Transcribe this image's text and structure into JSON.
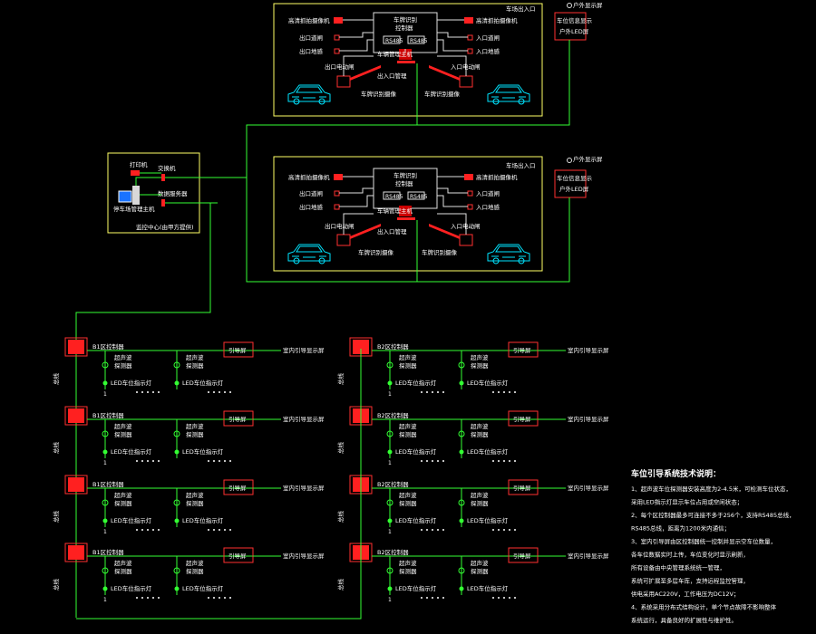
{
  "gates": [
    {
      "title": "车场出入口",
      "controller": "车牌识别\n控制器",
      "ports": [
        "RS485",
        "RS485"
      ],
      "host": "车辆管理主机",
      "host2": "出入口管理",
      "left": [
        "高清抓拍摄像机",
        "出口道闸",
        "出口地感"
      ],
      "right": [
        "高清抓拍摄像机",
        "入口道闸",
        "入口地感"
      ],
      "exit_label": "出口电动闸",
      "entry_label": "入口电动闸",
      "exit_sub": "车牌识别摄像",
      "entry_sub": "车牌识别摄像",
      "display_title": "车位信息显示",
      "display_sub": "户外LED屏",
      "side_label": "户外显示屏"
    },
    {
      "title": "车场出入口",
      "controller": "车牌识别\n控制器",
      "ports": [
        "RS485",
        "RS485"
      ],
      "host": "车辆管理主机",
      "host2": "出入口管理",
      "left": [
        "高清抓拍摄像机",
        "出口道闸",
        "出口地感"
      ],
      "right": [
        "高清抓拍摄像机",
        "入口道闸",
        "入口地感"
      ],
      "exit_label": "出口电动闸",
      "entry_label": "入口电动闸",
      "exit_sub": "车牌识别摄像",
      "entry_sub": "车牌识别摄像",
      "display_title": "车位信息显示",
      "display_sub": "户外LED屏",
      "side_label": "户外显示屏"
    }
  ],
  "center": {
    "printer": "打印机",
    "switch": "交换机",
    "computer": "停车场管理主机",
    "server": "数据服务器",
    "footer": "监控中心(由甲方提供)"
  },
  "floors_left": [
    {
      "panel": "B1区控制器",
      "side": "总线",
      "det1": "超声波\n探测器",
      "det2": "超声波\n探测器",
      "lamp1": "LED车位指示灯",
      "lamp2": "LED车位指示灯",
      "guide": "引导屏",
      "screen": "室内引导显示屏",
      "num": "1"
    },
    {
      "panel": "B1区控制器",
      "side": "总线",
      "det1": "超声波\n探测器",
      "det2": "超声波\n探测器",
      "lamp1": "LED车位指示灯",
      "lamp2": "LED车位指示灯",
      "guide": "引导屏",
      "screen": "室内引导显示屏",
      "num": "1"
    },
    {
      "panel": "B1区控制器",
      "side": "总线",
      "det1": "超声波\n探测器",
      "det2": "超声波\n探测器",
      "lamp1": "LED车位指示灯",
      "lamp2": "LED车位指示灯",
      "guide": "引导屏",
      "screen": "室内引导显示屏",
      "num": "1"
    },
    {
      "panel": "B1区控制器",
      "side": "总线",
      "det1": "超声波\n探测器",
      "det2": "超声波\n探测器",
      "lamp1": "LED车位指示灯",
      "lamp2": "LED车位指示灯",
      "guide": "引导屏",
      "screen": "室内引导显示屏",
      "num": "1"
    }
  ],
  "floors_right": [
    {
      "panel": "B2区控制器",
      "side": "总线",
      "det1": "超声波\n探测器",
      "det2": "超声波\n探测器",
      "lamp1": "LED车位指示灯",
      "lamp2": "LED车位指示灯",
      "guide": "引导屏",
      "screen": "室内引导显示屏",
      "num": "1"
    },
    {
      "panel": "B2区控制器",
      "side": "总线",
      "det1": "超声波\n探测器",
      "det2": "超声波\n探测器",
      "lamp1": "LED车位指示灯",
      "lamp2": "LED车位指示灯",
      "guide": "引导屏",
      "screen": "室内引导显示屏",
      "num": "1"
    },
    {
      "panel": "B2区控制器",
      "side": "总线",
      "det1": "超声波\n探测器",
      "det2": "超声波\n探测器",
      "lamp1": "LED车位指示灯",
      "lamp2": "LED车位指示灯",
      "guide": "引导屏",
      "screen": "室内引导显示屏",
      "num": "1"
    },
    {
      "panel": "B2区控制器",
      "side": "总线",
      "det1": "超声波\n探测器",
      "det2": "超声波\n探测器",
      "lamp1": "LED车位指示灯",
      "lamp2": "LED车位指示灯",
      "guide": "引导屏",
      "screen": "室内引导显示屏",
      "num": "1"
    }
  ],
  "notes": {
    "title": "车位引导系统技术说明：",
    "lines": [
      "1、超声波车位探测器安装高度为2-4.5米，可检测车位状态，",
      "    采用LED指示灯显示车位占用或空闲状态；",
      "2、每个区控制器最多可连接不多于256个，支持RS485总线，",
      "    RS485总线，距离为1200米内通信；",
      "3、室内引导屏由区控制器统一控制并显示空车位数量，",
      "    各车位数据实时上传，车位变化时显示刷新，",
      "    所有设备由中央管理系统统一管理，",
      "    系统可扩展至多层车库，支持远程监控管理，",
      "    供电采用AC220V，工作电压为DC12V；",
      "4、系统采用分布式结构设计，单个节点故障不影响整体",
      "    系统运行，具备良好的扩展性与维护性。"
    ]
  },
  "colors": {
    "bg": "#000000",
    "line": "#33ff33",
    "device": "#ff2020",
    "label": "#ffffff",
    "frame": "#ffff66",
    "car": "#00e5ff"
  }
}
